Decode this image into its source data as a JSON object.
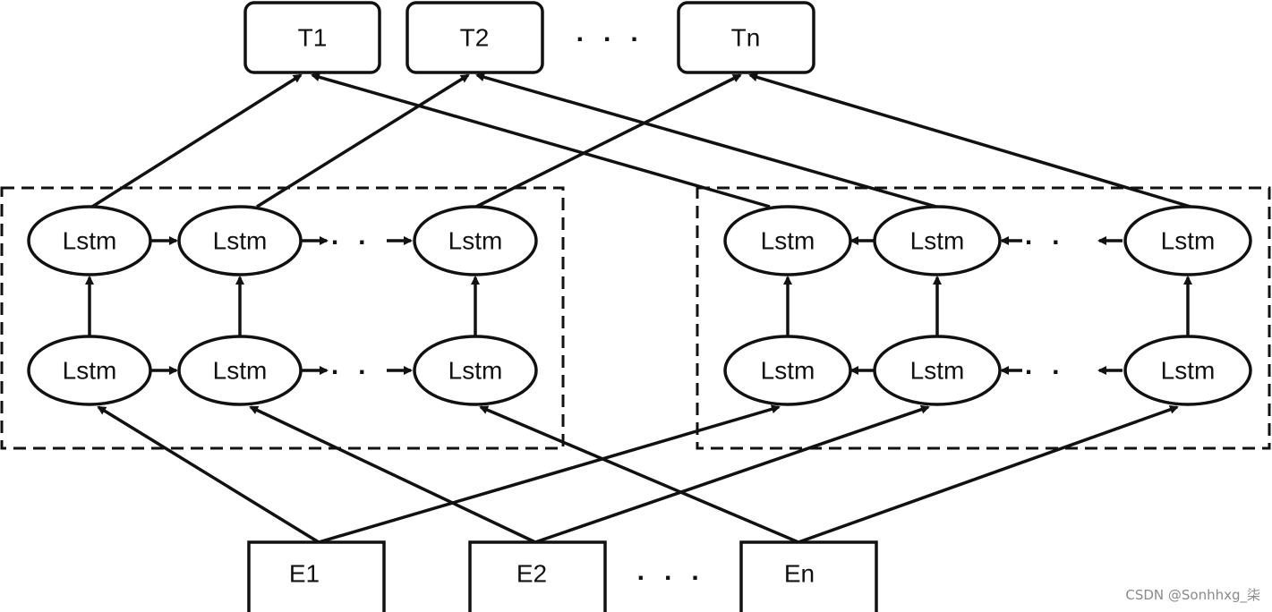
{
  "outputs": [
    {
      "id": "t1",
      "label": "T1"
    },
    {
      "id": "t2",
      "label": "T2"
    },
    {
      "id": "tn",
      "label": "Tn"
    }
  ],
  "output_ellipsis": "· · ·",
  "inputs": [
    {
      "id": "e1",
      "label": "E1"
    },
    {
      "id": "e2",
      "label": "E2"
    },
    {
      "id": "en",
      "label": "En"
    }
  ],
  "input_ellipsis": "· · ·",
  "forward_group": {
    "direction": "forward",
    "top_row": [
      "Lstm",
      "Lstm",
      "Lstm"
    ],
    "bottom_row": [
      "Lstm",
      "Lstm",
      "Lstm"
    ],
    "row_ellipsis": "· ·"
  },
  "backward_group": {
    "direction": "backward",
    "top_row": [
      "Lstm",
      "Lstm",
      "Lstm"
    ],
    "bottom_row": [
      "Lstm",
      "Lstm",
      "Lstm"
    ],
    "row_ellipsis": "· ·"
  },
  "connections": {
    "inputs_to_forward": [
      [
        "E1",
        "F-bottom-1"
      ],
      [
        "E2",
        "F-bottom-2"
      ],
      [
        "En",
        "F-bottom-3"
      ]
    ],
    "inputs_to_backward": [
      [
        "E1",
        "B-bottom-1"
      ],
      [
        "E2",
        "B-bottom-2"
      ],
      [
        "En",
        "B-bottom-3"
      ]
    ],
    "forward_to_outputs": [
      [
        "F-top-1",
        "T1"
      ],
      [
        "F-top-2",
        "T2"
      ],
      [
        "F-top-3",
        "Tn"
      ]
    ],
    "backward_to_outputs": [
      [
        "B-top-1",
        "T1"
      ],
      [
        "B-top-2",
        "T2"
      ],
      [
        "B-top-3",
        "Tn"
      ]
    ]
  },
  "watermark": "CSDN @Sonhhxg_柒"
}
